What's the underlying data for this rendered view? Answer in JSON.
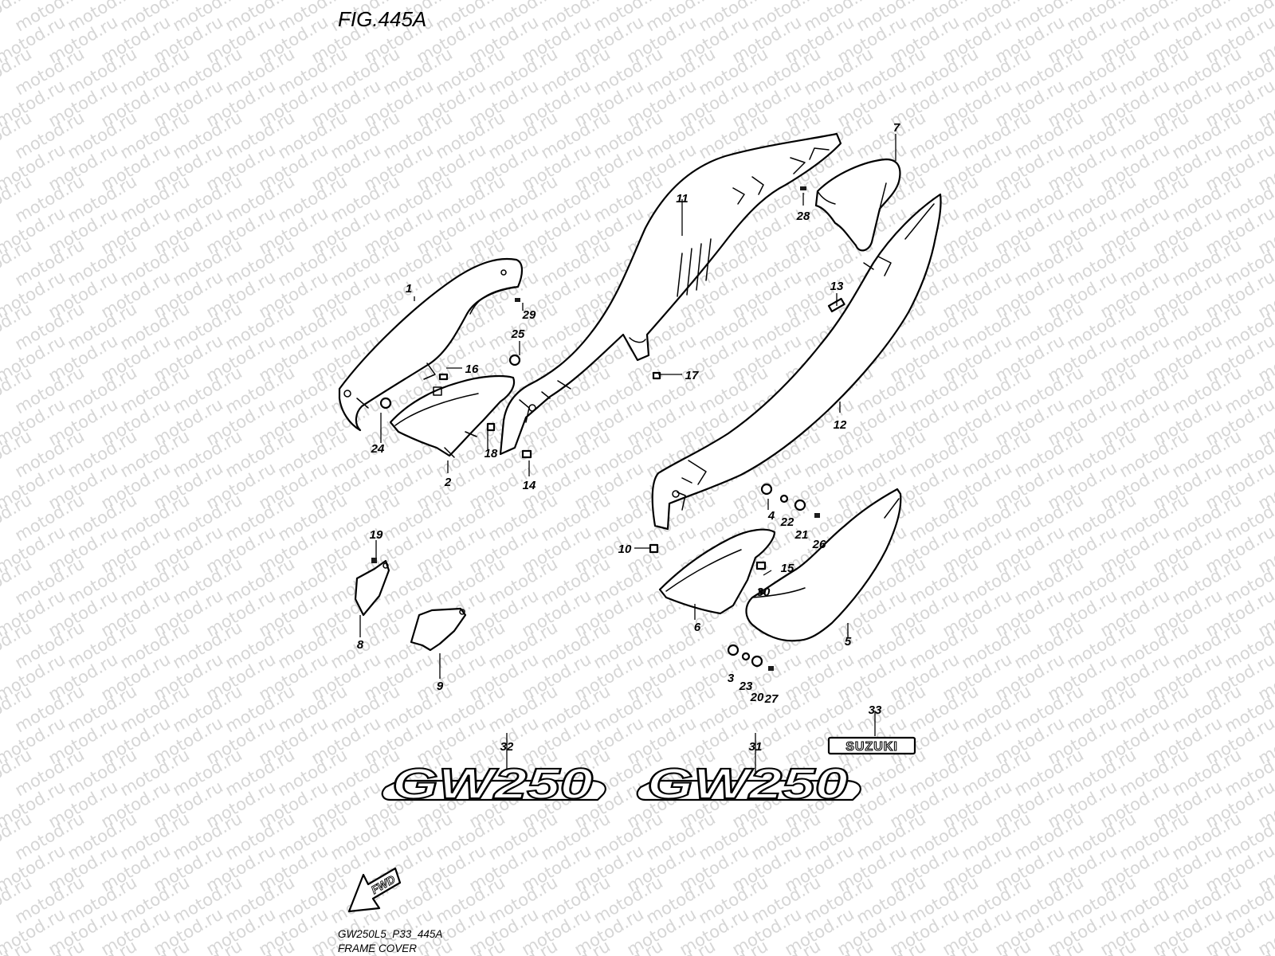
{
  "figure": {
    "title": "FIG.445A",
    "model_code": "GW250L5_P33_445A",
    "section_name": "FRAME COVER"
  },
  "watermark": {
    "text": "motod.ru"
  },
  "emblems": {
    "model_emblem_text": "GW250",
    "brand_emblem_text": "SUZUKI",
    "direction_arrow_text": "FWD"
  },
  "parts": {
    "p1": "1",
    "p2": "2",
    "p3": "3",
    "p4": "4",
    "p5": "5",
    "p6": "6",
    "p7": "7",
    "p8": "8",
    "p9": "9",
    "p10": "10",
    "p11": "11",
    "p12": "12",
    "p13": "13",
    "p14": "14",
    "p15": "15",
    "p16": "16",
    "p17": "17",
    "p18": "18",
    "p19": "19",
    "p20": "20",
    "p21": "21",
    "p22": "22",
    "p23": "23",
    "p24": "24",
    "p25": "25",
    "p26": "26",
    "p27": "27",
    "p28": "28",
    "p29": "29",
    "p30": "30",
    "p31": "31",
    "p32": "32",
    "p33": "33"
  },
  "colors": {
    "line": "#000000",
    "watermark": "#d6d6d6",
    "background": "#ffffff"
  }
}
